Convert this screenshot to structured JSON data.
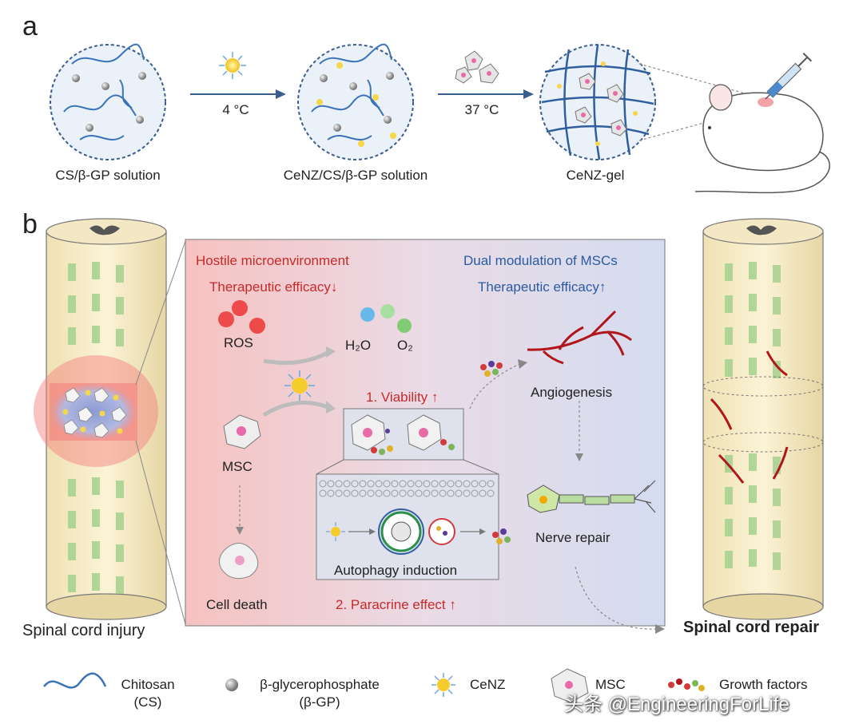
{
  "panel_a": {
    "letter": "a",
    "step1_label": "CS/β-GP solution",
    "step1_temp": "4 °C",
    "step2_label": "CeNZ/CS/β-GP solution",
    "step2_temp": "37 °C",
    "step3_label": "CeNZ-gel"
  },
  "panel_b": {
    "letter": "b",
    "left_label": "Spinal cord injury",
    "right_label": "Spinal cord repair",
    "hostile_title": "Hostile microenvironment",
    "efficacy_down": "Therapeutic efficacy↓",
    "dual_title": "Dual modulation of MSCs",
    "efficacy_up": "Therapeutic efficacy↑",
    "ros": "ROS",
    "h2o": "H₂O",
    "o2": "O₂",
    "msc": "MSC",
    "cell_death": "Cell death",
    "viability": "1. Viability ↑",
    "paracrine": "2. Paracrine effect ↑",
    "autophagy": "Autophagy induction",
    "angiogenesis": "Angiogenesis",
    "nerve_repair": "Nerve repair"
  },
  "legend": {
    "chitosan": "Chitosan",
    "chitosan_abbr": "(CS)",
    "bgp": "β-glycerophosphate",
    "bgp_abbr": "(β-GP)",
    "cenz": "CeNZ",
    "msc": "MSC",
    "growth_factors": "Growth factors"
  },
  "watermark": "头条 @EngineeringForLife",
  "colors": {
    "hostile_red": "#c62a2a",
    "modulation_blue": "#2b5aa0",
    "circle_border": "#3a5d8f",
    "vessel_red": "#b0161a"
  }
}
